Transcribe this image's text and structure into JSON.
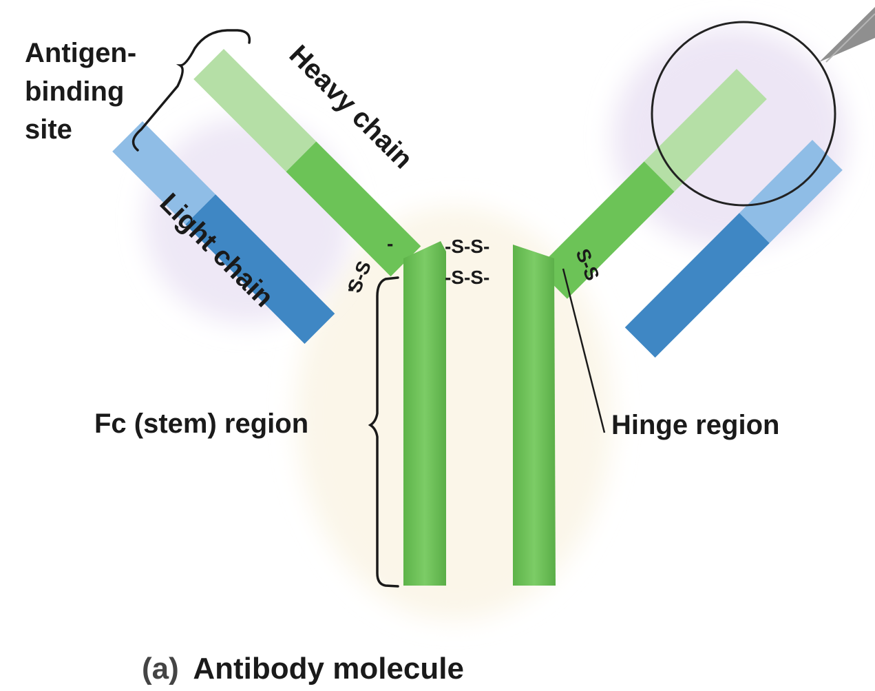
{
  "labels": {
    "antigen_binding_site": [
      "Antigen-",
      "binding",
      "site"
    ],
    "heavy_chain": "Heavy chain",
    "light_chain": "Light chain",
    "fc_region": "Fc (stem) region",
    "hinge_region": "Hinge region",
    "disulfide_bond": "-S-S-",
    "disulfide_bond_short": "S-S",
    "caption_prefix": "(a)",
    "caption_text": "Antibody molecule"
  },
  "colors": {
    "heavy_chain_constant": "#6cc357",
    "heavy_chain_variable": "#b5dfa6",
    "light_chain_constant": "#3f87c4",
    "light_chain_variable": "#8fbde6",
    "background_tint": "#fbf6e9",
    "arm_halo": "#ede6f5",
    "text": "#1a1a1a"
  }
}
